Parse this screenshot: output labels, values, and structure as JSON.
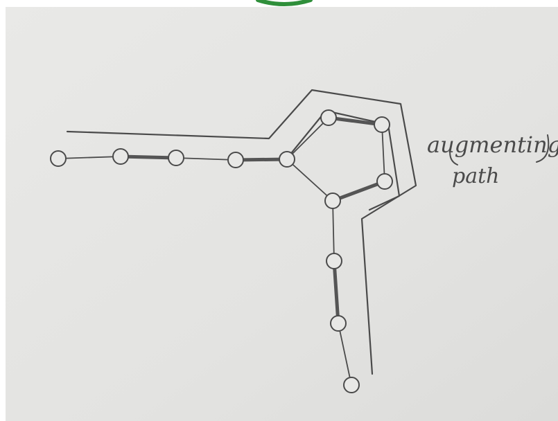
{
  "annotation": {
    "line1": "augmenting",
    "line2": "path"
  },
  "colors": {
    "paper": "#e6e6e4",
    "ink": "#4a4a4a",
    "matched_edge": "#555555",
    "green_mark": "#2f8f3a",
    "border": "#ffffff"
  },
  "graph": {
    "nodes": [
      "n1",
      "n2",
      "n3",
      "n4",
      "n5",
      "n6",
      "n7",
      "n8",
      "n9",
      "n10",
      "n11",
      "n12"
    ],
    "edges": [
      {
        "from": "n1",
        "to": "n2",
        "matched": false
      },
      {
        "from": "n2",
        "to": "n3",
        "matched": true
      },
      {
        "from": "n3",
        "to": "n4",
        "matched": false
      },
      {
        "from": "n4",
        "to": "n5",
        "matched": true
      },
      {
        "from": "n5",
        "to": "n6",
        "matched": false
      },
      {
        "from": "n6",
        "to": "n7",
        "matched": true
      },
      {
        "from": "n7",
        "to": "n8",
        "matched": false
      },
      {
        "from": "n8",
        "to": "n9",
        "matched": true
      },
      {
        "from": "n9",
        "to": "n5",
        "matched": false
      },
      {
        "from": "n9",
        "to": "n10",
        "matched": false
      },
      {
        "from": "n10",
        "to": "n11",
        "matched": true
      },
      {
        "from": "n11",
        "to": "n12",
        "matched": false
      }
    ]
  }
}
